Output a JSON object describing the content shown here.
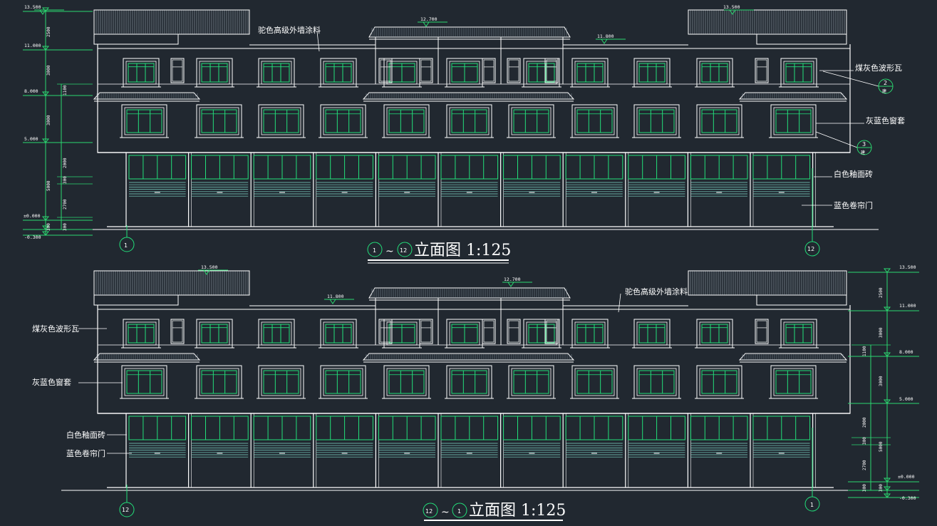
{
  "colors": {
    "background": "#212830",
    "line": "#ffffff",
    "glass": "#22e07a",
    "level": "#2bd870",
    "shutter": "#7fd8c9",
    "axis": "#22e07a"
  },
  "drawings": [
    {
      "title_from": "1",
      "title_sep": "~",
      "title_to": "12",
      "title_text": "立面图 1:125",
      "left_axis": "1",
      "right_axis": "12",
      "callouts": {
        "top_paint": "驼色高级外墙涂料",
        "roof_tile": "煤灰色波形瓦",
        "window_frame": "灰蓝色窗套",
        "ceramic_tile": "白色釉面砖",
        "shutter_door": "蓝色卷帘门"
      },
      "detail_marks": [
        {
          "top": "2",
          "bottom": "建"
        },
        {
          "top": "3",
          "bottom": "建"
        }
      ],
      "levels": {
        "roof_peak": "12.700",
        "roof_side": "13.500",
        "eave": "11.800",
        "third_floor": "11.000",
        "second_floor": "8.000",
        "first_floor_top": "5.000",
        "ground": "±0.000",
        "base": "-0.300"
      },
      "dims": [
        "2500",
        "3000",
        "3000",
        "1100",
        "2000",
        "5000",
        "300",
        "2700",
        "300",
        "300"
      ]
    },
    {
      "title_from": "12",
      "title_sep": "~",
      "title_to": "1",
      "title_text": "立面图 1:125",
      "left_axis": "12",
      "right_axis": "1",
      "callouts": {
        "top_paint": "驼色高级外墙涂料",
        "roof_tile": "煤灰色波形瓦",
        "window_frame": "灰蓝色窗套",
        "ceramic_tile": "白色釉面砖",
        "shutter_door": "蓝色卷帘门"
      },
      "levels": {
        "roof_peak": "12.700",
        "roof_side": "13.500",
        "eave": "11.800",
        "third_floor": "11.000",
        "second_floor": "8.000",
        "first_floor_top": "5.000",
        "ground": "±0.000",
        "base": "-0.300"
      },
      "dims": [
        "2500",
        "3000",
        "3000",
        "1100",
        "2000",
        "5000",
        "300",
        "2700",
        "300",
        "300"
      ]
    }
  ]
}
